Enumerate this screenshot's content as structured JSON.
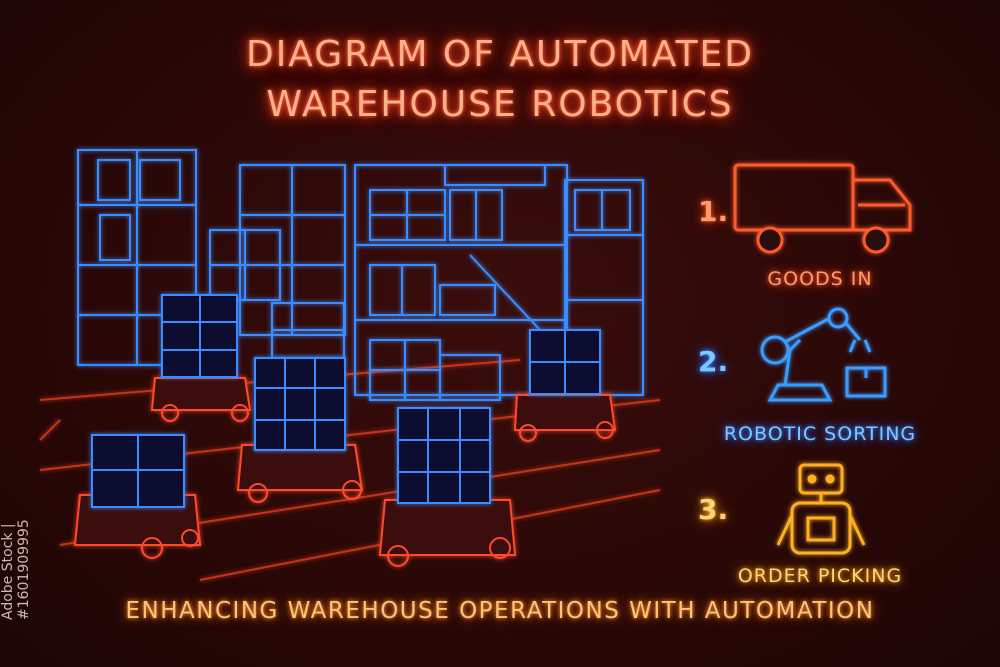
{
  "title": {
    "line1": "DIAGRAM OF AUTOMATED",
    "line2": "WAREHOUSE ROBOTICS"
  },
  "steps": [
    {
      "number": "1.",
      "label": "GOODS IN",
      "icon": "truck-icon",
      "color": "#ff5a2a"
    },
    {
      "number": "2.",
      "label": "ROBOTIC SORTING",
      "icon": "robotic-arm-icon",
      "color": "#3a9cff"
    },
    {
      "number": "3.",
      "label": "ORDER PICKING",
      "icon": "robot-icon",
      "color": "#ffb020"
    }
  ],
  "footer": "ENHANCING WAREHOUSE OPERATIONS WITH AUTOMATION",
  "watermark": "Adobe Stock | #1601909995",
  "colors": {
    "background": "#2a0807",
    "shelves": "#2f7dff",
    "robots": "#ff4a2a",
    "title": "#ffb08a"
  }
}
